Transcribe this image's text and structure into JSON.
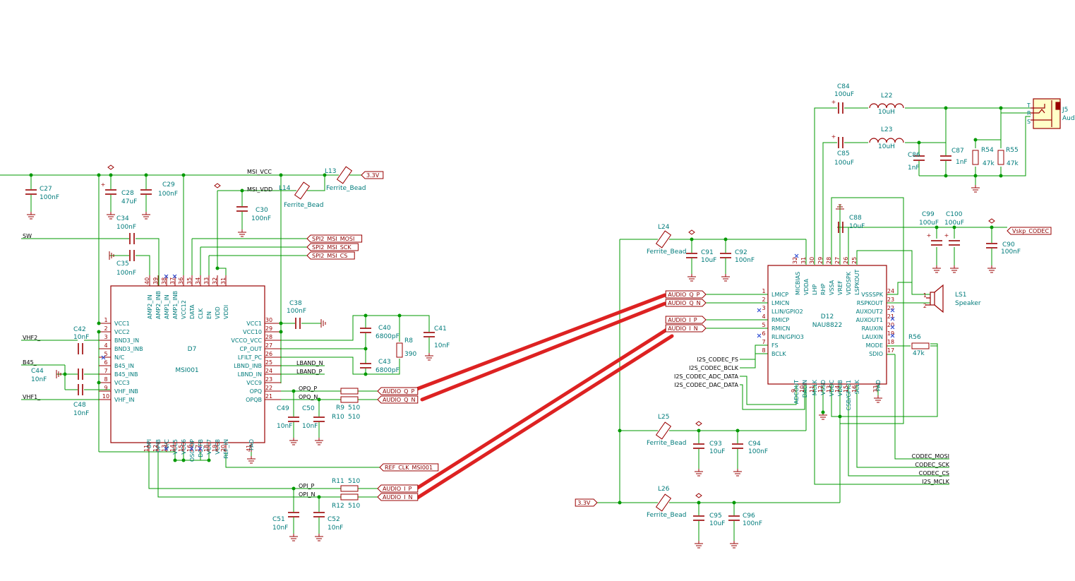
{
  "schematic": {
    "msi001": {
      "ref": "D7",
      "value": "MSI001",
      "left_pins": [
        {
          "num": "1",
          "name": "VCC1"
        },
        {
          "num": "2",
          "name": "VCC2"
        },
        {
          "num": "3",
          "name": "BND3_IN"
        },
        {
          "num": "4",
          "name": "BND3_INB"
        },
        {
          "num": "5",
          "name": "N/C"
        },
        {
          "num": "6",
          "name": "B45_IN"
        },
        {
          "num": "7",
          "name": "B45_INB"
        },
        {
          "num": "8",
          "name": "VCC3"
        },
        {
          "num": "9",
          "name": "VHF_INB"
        },
        {
          "num": "10",
          "name": "VHF_IN"
        }
      ],
      "right_pins": [
        {
          "num": "30",
          "name": "VCC1"
        },
        {
          "num": "29",
          "name": "VCC10"
        },
        {
          "num": "28",
          "name": "VCCO_VCC"
        },
        {
          "num": "27",
          "name": "CP_OUT"
        },
        {
          "num": "26",
          "name": "LFILT_PC"
        },
        {
          "num": "25",
          "name": "LBND_INB"
        },
        {
          "num": "24",
          "name": "LBND_IN"
        },
        {
          "num": "23",
          "name": "VCC9"
        },
        {
          "num": "22",
          "name": "OPQ"
        },
        {
          "num": "21",
          "name": "OPQB"
        }
      ],
      "top_pins": [
        {
          "num": "40",
          "name": "AMP2_IN"
        },
        {
          "num": "39",
          "name": "AMP2_INB"
        },
        {
          "num": "38",
          "name": "AMP1_IN"
        },
        {
          "num": "37",
          "name": "AMP1_INB"
        },
        {
          "num": "36",
          "name": "VCC12"
        },
        {
          "num": "35",
          "name": "DATA"
        },
        {
          "num": "34",
          "name": "CLK"
        },
        {
          "num": "33",
          "name": "EN"
        },
        {
          "num": "32",
          "name": "VDD"
        },
        {
          "num": "31",
          "name": "VDDI"
        }
      ],
      "bottom_pins": [
        {
          "num": "11",
          "name": "OPI"
        },
        {
          "num": "12",
          "name": "OPIB"
        },
        {
          "num": "13",
          "name": "U/C"
        },
        {
          "num": "14",
          "name": "VCC5"
        },
        {
          "num": "15",
          "name": "VCC6"
        },
        {
          "num": "16",
          "name": "OSC_OP"
        },
        {
          "num": "17",
          "name": "DC_FB"
        },
        {
          "num": "18",
          "name": "VCC7"
        },
        {
          "num": "19",
          "name": "VCC8"
        },
        {
          "num": "20",
          "name": "REF_IN"
        },
        {
          "num": "41",
          "name": "PAD"
        }
      ]
    },
    "nau8822": {
      "ref": "D12",
      "value": "NAU8822",
      "left_pins": [
        {
          "num": "1",
          "name": "LMICP"
        },
        {
          "num": "2",
          "name": "LMICN"
        },
        {
          "num": "3",
          "name": "LLIN/GPIO2"
        },
        {
          "num": "4",
          "name": "RMICP"
        },
        {
          "num": "5",
          "name": "RMICN"
        },
        {
          "num": "6",
          "name": "RLIN/GPIO3"
        },
        {
          "num": "7",
          "name": "FS"
        },
        {
          "num": "8",
          "name": "BCLK"
        }
      ],
      "right_pins": [
        {
          "num": "24",
          "name": "VSSSPK"
        },
        {
          "num": "23",
          "name": "RSPKOUT"
        },
        {
          "num": "22",
          "name": "AUXOUT2"
        },
        {
          "num": "21",
          "name": "AUXOUT1"
        },
        {
          "num": "20",
          "name": "RAUXIN"
        },
        {
          "num": "19",
          "name": "LAUXIN"
        },
        {
          "num": "18",
          "name": "MODE"
        },
        {
          "num": "17",
          "name": "SDIO"
        }
      ],
      "top_pins": [
        {
          "num": "32",
          "name": "MICBIAS"
        },
        {
          "num": "31",
          "name": "VDDA"
        },
        {
          "num": "30",
          "name": "LHP"
        },
        {
          "num": "29",
          "name": "RHP"
        },
        {
          "num": "28",
          "name": "VSSA"
        },
        {
          "num": "27",
          "name": "VREF"
        },
        {
          "num": "26",
          "name": "VDDSPK"
        },
        {
          "num": "25",
          "name": "LSPKOUT"
        }
      ],
      "bottom_pins": [
        {
          "num": "9",
          "name": "ADCOUT"
        },
        {
          "num": "10",
          "name": "DACIN"
        },
        {
          "num": "11",
          "name": "MCLK"
        },
        {
          "num": "12",
          "name": "VSSD"
        },
        {
          "num": "13",
          "name": "VDDC"
        },
        {
          "num": "14",
          "name": "VDDB"
        },
        {
          "num": "15",
          "name": "CSB/GPIO1"
        },
        {
          "num": "16",
          "name": "SCLK"
        },
        {
          "num": "33",
          "name": "PAD"
        }
      ]
    },
    "components": [
      {
        "ref": "C27",
        "value": "100nF"
      },
      {
        "ref": "C28",
        "value": "47uF"
      },
      {
        "ref": "C29",
        "value": "100nF"
      },
      {
        "ref": "C30",
        "value": "100nF"
      },
      {
        "ref": "C34",
        "value": "100nF"
      },
      {
        "ref": "C35",
        "value": "100nF"
      },
      {
        "ref": "C38",
        "value": "100nF"
      },
      {
        "ref": "C40",
        "value": "6800pF"
      },
      {
        "ref": "C41",
        "value": "10nF"
      },
      {
        "ref": "C42",
        "value": "10nF"
      },
      {
        "ref": "C43",
        "value": "6800pF"
      },
      {
        "ref": "C44",
        "value": "10nF"
      },
      {
        "ref": "C48",
        "value": "10nF"
      },
      {
        "ref": "C49",
        "value": "10nF"
      },
      {
        "ref": "C50",
        "value": "10nF"
      },
      {
        "ref": "C51",
        "value": "10nF"
      },
      {
        "ref": "C52",
        "value": "10nF"
      },
      {
        "ref": "R8",
        "value": "390"
      },
      {
        "ref": "R9",
        "value": "510"
      },
      {
        "ref": "R10",
        "value": "510"
      },
      {
        "ref": "R11",
        "value": "510"
      },
      {
        "ref": "R12",
        "value": "510"
      },
      {
        "ref": "L13",
        "value": "Ferrite_Bead"
      },
      {
        "ref": "L14",
        "value": "Ferrite_Bead"
      },
      {
        "ref": "C84",
        "value": "100uF"
      },
      {
        "ref": "C85",
        "value": "100uF"
      },
      {
        "ref": "L22",
        "value": "10uH"
      },
      {
        "ref": "L23",
        "value": "10uH"
      },
      {
        "ref": "C86",
        "value": "1nF"
      },
      {
        "ref": "C87",
        "value": "1nF"
      },
      {
        "ref": "R54",
        "value": "47k"
      },
      {
        "ref": "R55",
        "value": "47k"
      },
      {
        "ref": "C88",
        "value": "10uF"
      },
      {
        "ref": "C99",
        "value": "100uF"
      },
      {
        "ref": "C100",
        "value": "100uF"
      },
      {
        "ref": "C90",
        "value": "100nF"
      },
      {
        "ref": "L24",
        "value": "Ferrite_Bead"
      },
      {
        "ref": "C91",
        "value": "10uF"
      },
      {
        "ref": "C92",
        "value": "100nF"
      },
      {
        "ref": "L25",
        "value": "Ferrite_Bead"
      },
      {
        "ref": "C93",
        "value": "10uF"
      },
      {
        "ref": "C94",
        "value": "100nF"
      },
      {
        "ref": "L26",
        "value": "Ferrite_Bead"
      },
      {
        "ref": "C95",
        "value": "10uF"
      },
      {
        "ref": "C96",
        "value": "100nF"
      },
      {
        "ref": "R56",
        "value": "47k"
      },
      {
        "ref": "LS1",
        "value": "Speaker"
      },
      {
        "ref": "J5",
        "value": "Aud"
      }
    ],
    "net_labels": [
      "MSI_VCC",
      "MSI_VDD",
      "SW",
      "VHF2_",
      "B45_",
      "VHF1_",
      "LBAND_N",
      "LBAND_P",
      "OPQ_P",
      "OPQ_N",
      "OPI_P",
      "OPI_N",
      "I2S_CODEC_FS",
      "I2S_CODEC_BCLK",
      "I2S_CODEC_ADC_DATA",
      "I2S_CODEC_DAC_DATA",
      "CODEC_MOSI",
      "CODEC_SCK",
      "CODEC_CS",
      "I2S_MCLK"
    ],
    "global_labels": [
      "3.3V",
      "SPI2_MSI_MOSI",
      "SPI2_MSI_SCK",
      "SPI2_MSI_CS",
      "AUDIO_Q_P",
      "AUDIO_Q_N",
      "REF_CLK_MSI001",
      "AUDIO_I_P",
      "AUDIO_I_N",
      "AUDIO_Q_P",
      "AUDIO_Q_N",
      "AUDIO_I_P",
      "AUDIO_I_N",
      "Vskp_CODEC",
      "3.3V"
    ],
    "jack_pins": [
      "T",
      "R",
      "S"
    ],
    "speaker_pins": [
      "1",
      "2"
    ],
    "colors": {
      "wire": "#009900",
      "symbol": "#9a0000",
      "text": "#007b7b",
      "highlight": "#dd2222"
    }
  }
}
